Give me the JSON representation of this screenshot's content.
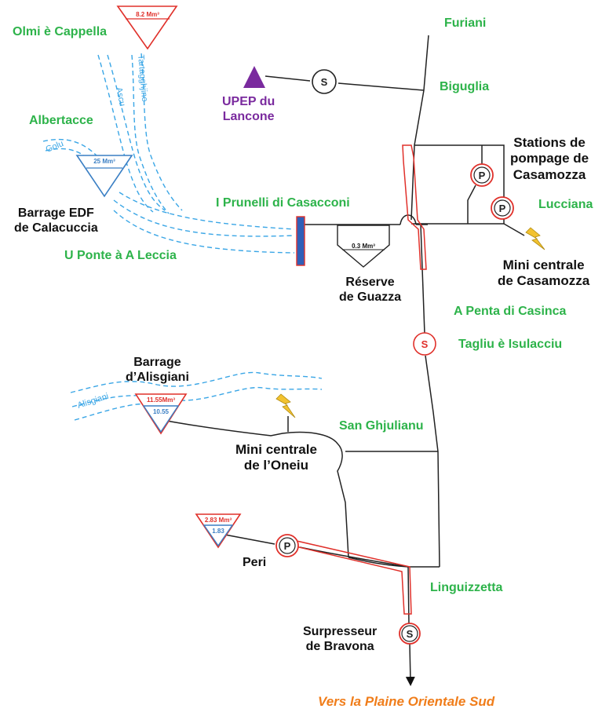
{
  "places": {
    "furiani": "Furiani",
    "biguglia": "Biguglia",
    "olmi": "Olmi è Cappella",
    "albertacce": "Albertacce",
    "prunelli": "I Prunelli di Casacconi",
    "ponte_leccia": "U Ponte à A Leccia",
    "lucciana": "Lucciana",
    "penta": "A Penta di Casinca",
    "tagliu": "Tagliu è Isulacciu",
    "san_ghjulianu": "San Ghjulianu",
    "linguizzetta": "Linguizzetta"
  },
  "infrastructure": {
    "upep_line1": "UPEP du",
    "upep_line2": "Lancone",
    "calacuccia_line1": "Barrage EDF",
    "calacuccia_line2": "de Calacuccia",
    "stations_line1": "Stations de",
    "stations_line2": "pompage de",
    "stations_line3": "Casamozza",
    "mini_casamozza_line1": "Mini centrale",
    "mini_casamozza_line2": "de Casamozza",
    "guazza_line1": "Réserve",
    "guazza_line2": "de Guazza",
    "alisgiani_line1": "Barrage",
    "alisgiani_line2": "d’Alisgiani",
    "oneiu_line1": "Mini centrale",
    "oneiu_line2": "de l’Oneiu",
    "peri": "Peri",
    "bravona_line1": "Surpresseur",
    "bravona_line2": "de Bravona"
  },
  "destination": "Vers la Plaine Orientale Sud",
  "rivers": {
    "tartagghjine": "Tartagghjine",
    "ascu": "Ascu",
    "golu": "Golu",
    "alisgiani": "Alisgiani"
  },
  "capacities": {
    "olmi": "8.2 Mm³",
    "calacuccia": "25 Mm³",
    "guazza": "0.3 Mm³",
    "alisgiani_max": "11.55Mm³",
    "alisgiani_current": "10.55",
    "peri_max": "2.83 Mm³",
    "peri_current": "1.83"
  },
  "symbols": {
    "surpresseur": "S",
    "pompage": "P"
  },
  "colors": {
    "place": "#2db34a",
    "river": "#3aa6e6",
    "highlight": "#e0302a",
    "reservoir_blue": "#3a7fc4",
    "upep": "#7a2a9e",
    "destination": "#f07d1a",
    "lightning": "#f2c230"
  },
  "icons": [
    "triangle-reservoir-icon",
    "surpresseur-S-icon",
    "pump-P-icon",
    "lightning-icon",
    "upep-triangle-icon",
    "weir-icon",
    "arrow-down-icon"
  ]
}
